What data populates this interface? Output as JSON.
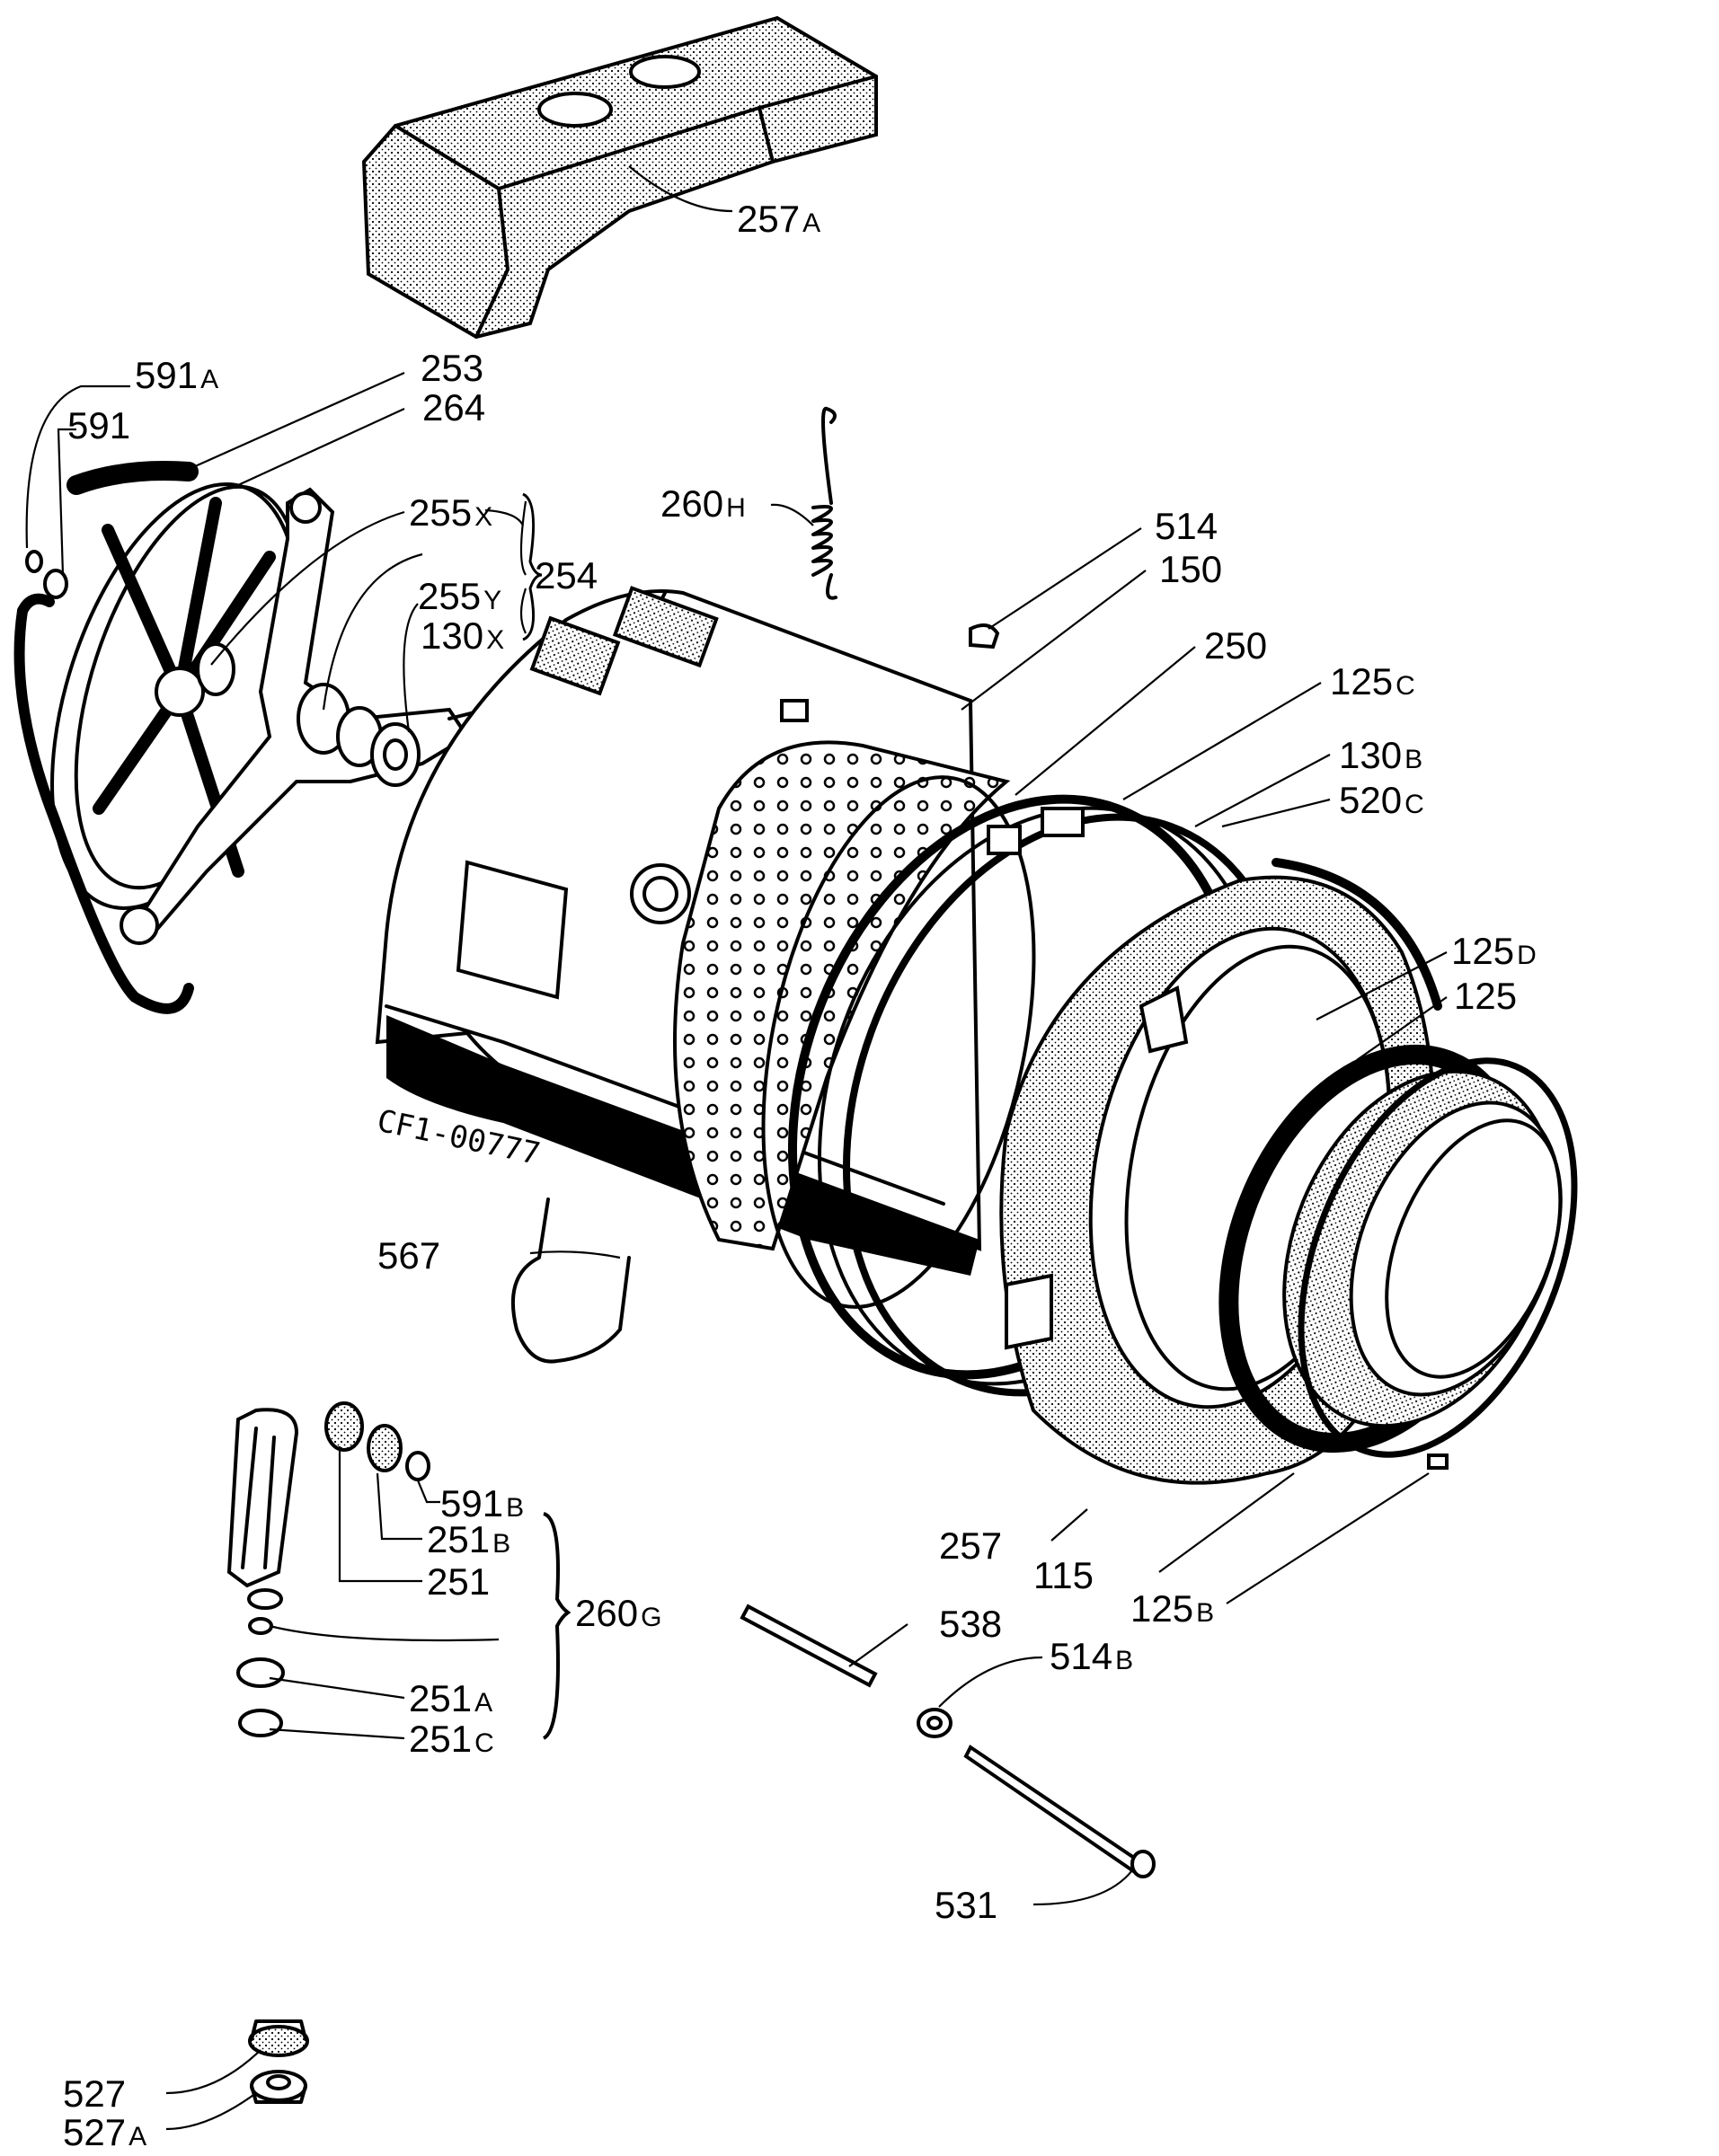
{
  "drawing_code": "CF1-00777",
  "labels": [
    {
      "id": "257a",
      "num": "257",
      "suf": "A"
    },
    {
      "id": "591a",
      "num": "591",
      "suf": "A"
    },
    {
      "id": "591",
      "num": "591",
      "suf": ""
    },
    {
      "id": "253",
      "num": "253",
      "suf": ""
    },
    {
      "id": "264",
      "num": "264",
      "suf": ""
    },
    {
      "id": "255x",
      "num": "255",
      "suf": "X"
    },
    {
      "id": "254",
      "num": "254",
      "suf": ""
    },
    {
      "id": "255y",
      "num": "255",
      "suf": "Y"
    },
    {
      "id": "130x",
      "num": "130",
      "suf": "X"
    },
    {
      "id": "260h",
      "num": "260",
      "suf": "H"
    },
    {
      "id": "514",
      "num": "514",
      "suf": ""
    },
    {
      "id": "150",
      "num": "150",
      "suf": ""
    },
    {
      "id": "250",
      "num": "250",
      "suf": ""
    },
    {
      "id": "125c",
      "num": "125",
      "suf": "C"
    },
    {
      "id": "130b",
      "num": "130",
      "suf": "B"
    },
    {
      "id": "520c",
      "num": "520",
      "suf": "C"
    },
    {
      "id": "125d",
      "num": "125",
      "suf": "D"
    },
    {
      "id": "125",
      "num": "125",
      "suf": ""
    },
    {
      "id": "567",
      "num": "567",
      "suf": ""
    },
    {
      "id": "591b",
      "num": "591",
      "suf": "B"
    },
    {
      "id": "251b",
      "num": "251",
      "suf": "B"
    },
    {
      "id": "251",
      "num": "251",
      "suf": ""
    },
    {
      "id": "260g",
      "num": "260",
      "suf": "G"
    },
    {
      "id": "251a",
      "num": "251",
      "suf": "A"
    },
    {
      "id": "251c",
      "num": "251",
      "suf": "C"
    },
    {
      "id": "257",
      "num": "257",
      "suf": ""
    },
    {
      "id": "115",
      "num": "115",
      "suf": ""
    },
    {
      "id": "125b",
      "num": "125",
      "suf": "B"
    },
    {
      "id": "538",
      "num": "538",
      "suf": ""
    },
    {
      "id": "514b",
      "num": "514",
      "suf": "B"
    },
    {
      "id": "531",
      "num": "531",
      "suf": ""
    },
    {
      "id": "527",
      "num": "527",
      "suf": ""
    },
    {
      "id": "527a",
      "num": "527",
      "suf": "A"
    }
  ]
}
